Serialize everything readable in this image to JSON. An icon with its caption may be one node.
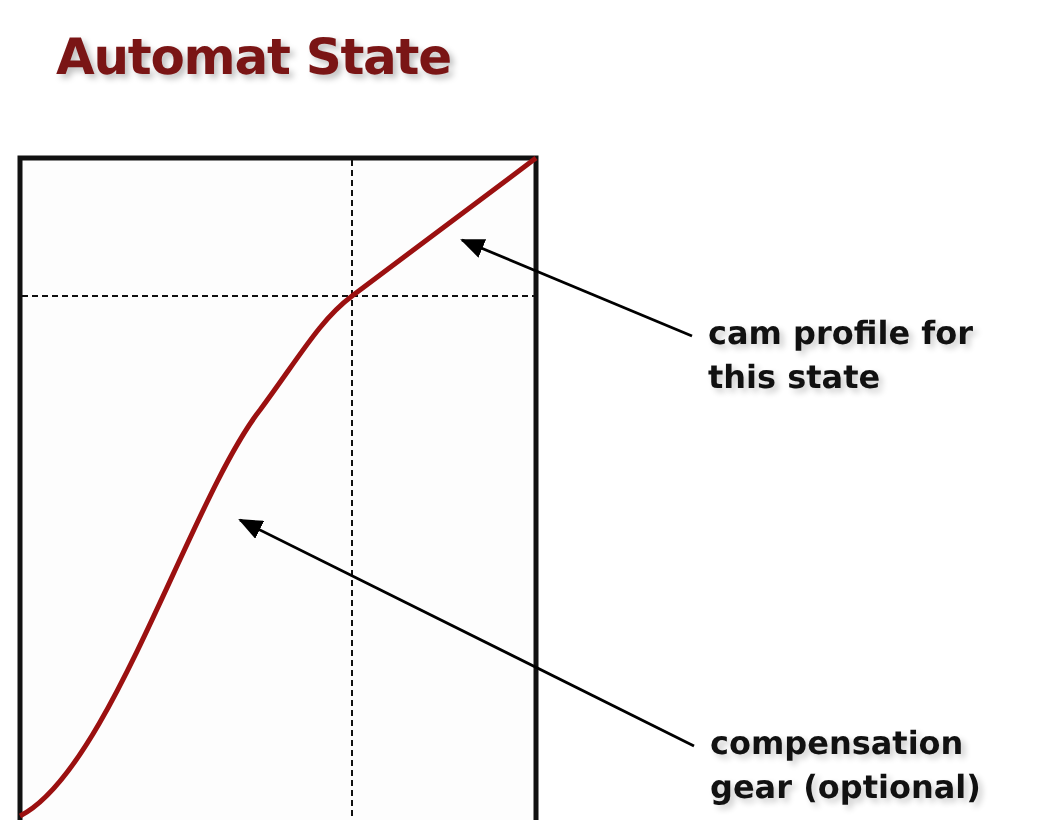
{
  "diagram": {
    "title": "Automat State",
    "nodes": [
      {
        "text": [
          "cam profile for this state"
        ]
      },
      {
        "text": [
          "compensation gear (optional)"
        ]
      }
    ],
    "edges": [
      {
        "from": 0,
        "to": null,
        "arrow": "to"
      },
      {
        "from": 1,
        "to": null,
        "arrow": "to"
      }
    ]
  }
}
